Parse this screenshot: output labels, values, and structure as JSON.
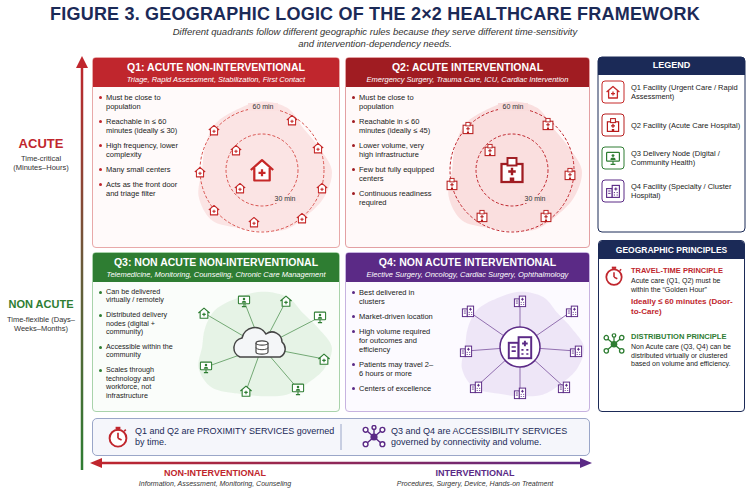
{
  "diagram": {
    "title": "FIGURE 3. GEOGRAPHIC LOGIC OF THE 2×2 HEALTHCARE FRAMEWORK",
    "caption": "Different quadrants follow different geographic rules because they serve different time-sensitivity and intervention-dependency needs.",
    "nodes": [
      {
        "text": [
          "Q1: ACUTE NON-INTERVENTIONAL",
          "Triage, Rapid Assessment, Stabilization, First Contact",
          "Must be close to population",
          "Reachable in ≤ 60 minutes (ideally ≤ 30)",
          "High frequency, lower complexity",
          "Many small centers",
          "Acts as the front door and triage filter"
        ]
      },
      {
        "text": [
          "Q2: ACUTE INTERVENTIONAL",
          "Emergency Surgery, Trauma Care, ICU, Cardiac Intervention",
          "Must be close to population",
          "Reachable in ≤ 60 minutes (ideally ≤ 45)",
          "Lower volume, very high infrastructure",
          "Few but fully equipped centers",
          "Continuous readiness required"
        ]
      },
      {
        "text": [
          "Q3: NON ACUTE NON-INTERVENTIONAL",
          "Telemedicine, Monitoring, Counseling, Chronic Care Management",
          "Can be delivered virtually / remotely",
          "Distributed delivery nodes (digital + community)",
          "Accessible within the community",
          "Scales through technology and workforce, not infrastructure"
        ]
      },
      {
        "text": [
          "Q4: NON ACUTE INTERVENTIONAL",
          "Elective Surgery, Oncology, Cardiac Surgery, Ophthalmology",
          "Best delivered in clusters",
          "Market-driven location",
          "High volume required for outcomes and efficiency",
          "Patients may travel 2–6 hours or more",
          "Centers of excellence"
        ]
      },
      {
        "text": [
          "GEOGRAPHIC PRINCIPLES",
          "TRAVEL-TIME PRINCIPLE",
          "Acute care (Q1, Q2) must be within the “Golden Hour”",
          "Ideally ≤ 60 minutes (Door-to-Care)",
          "DISTRIBUTION PRINCIPLE",
          "Non Acute care (Q3, Q4) can be distributed virtually or clustered based on volume and efficiency."
        ]
      },
      {
        "text": [
          "Q1 and Q2 are PROXIMITY SERVICES governed by time.",
          "Q3 and Q4 are ACCESSIBILITY SERVICES governed by connectivity and volume."
        ]
      }
    ],
    "labels": [
      "ACUTE",
      "Time-critical (Minutes–Hours)",
      "NON ACUTE",
      "Time-flexible (Days–Weeks–Months)",
      "60 min",
      "30 min",
      "60 min",
      "30 min",
      "LEGEND",
      "NON-INTERVENTIONAL",
      "Information, Assessment, Monitoring, Counseling",
      "INTERVENTIONAL",
      "Procedures, Surgery, Device, Hands-on Treatment"
    ],
    "legend": [
      {
        "text": "Q1 Facility (Urgent Care / Rapid Assessment)"
      },
      {
        "text": "Q2 Facility (Acute Care Hospital)"
      },
      {
        "text": "Q3 Delivery Node (Digital / Community Health)"
      },
      {
        "text": "Q4 Facility (Specialty / Cluster Hospital)"
      }
    ]
  }
}
